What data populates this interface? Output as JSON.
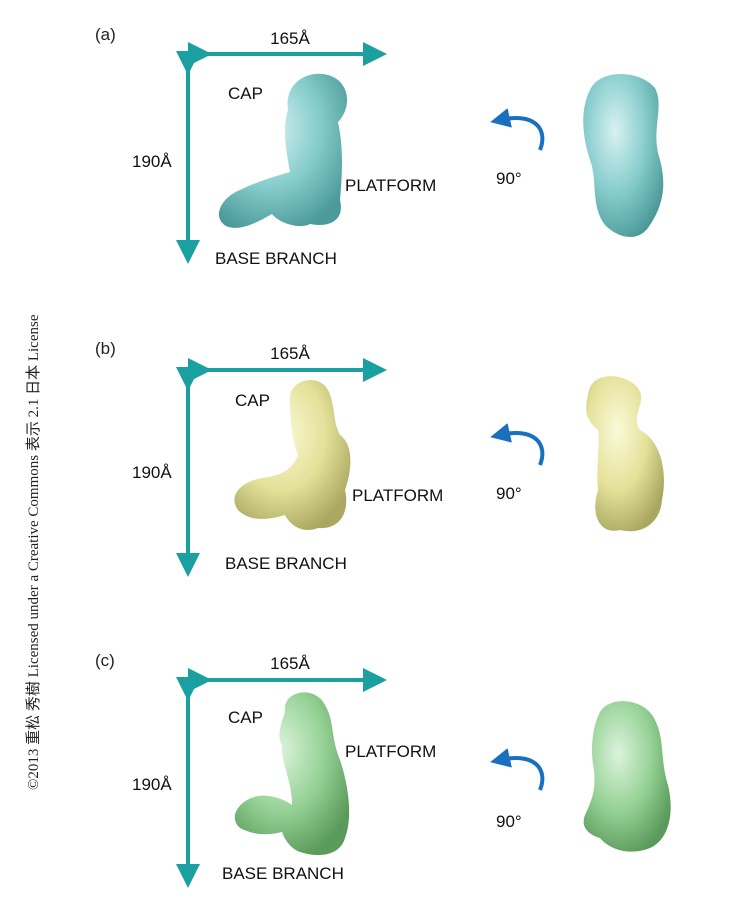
{
  "credit": "©2013 重松 秀樹 Licensed under a Creative Commons 表示 2.1 日本 License",
  "colors": {
    "arrow": "#1aa0a0",
    "rotate_arrow": "#1a6fbf",
    "panel_a": "#86cccc",
    "panel_b": "#e4e19a",
    "panel_c": "#95d195"
  },
  "panels": [
    {
      "label": "(a)",
      "width": "165Å",
      "height": "190Å",
      "cap": "CAP",
      "platform": "PLATFORM",
      "base": "BASE BRANCH",
      "rotation": "90°"
    },
    {
      "label": "(b)",
      "width": "165Å",
      "height": "190Å",
      "cap": "CAP",
      "platform": "PLATFORM",
      "base": "BASE BRANCH",
      "rotation": "90°"
    },
    {
      "label": "(c)",
      "width": "165Å",
      "height": "190Å",
      "cap": "CAP",
      "platform": "PLATFORM",
      "base": "BASE BRANCH",
      "rotation": "90°"
    }
  ]
}
